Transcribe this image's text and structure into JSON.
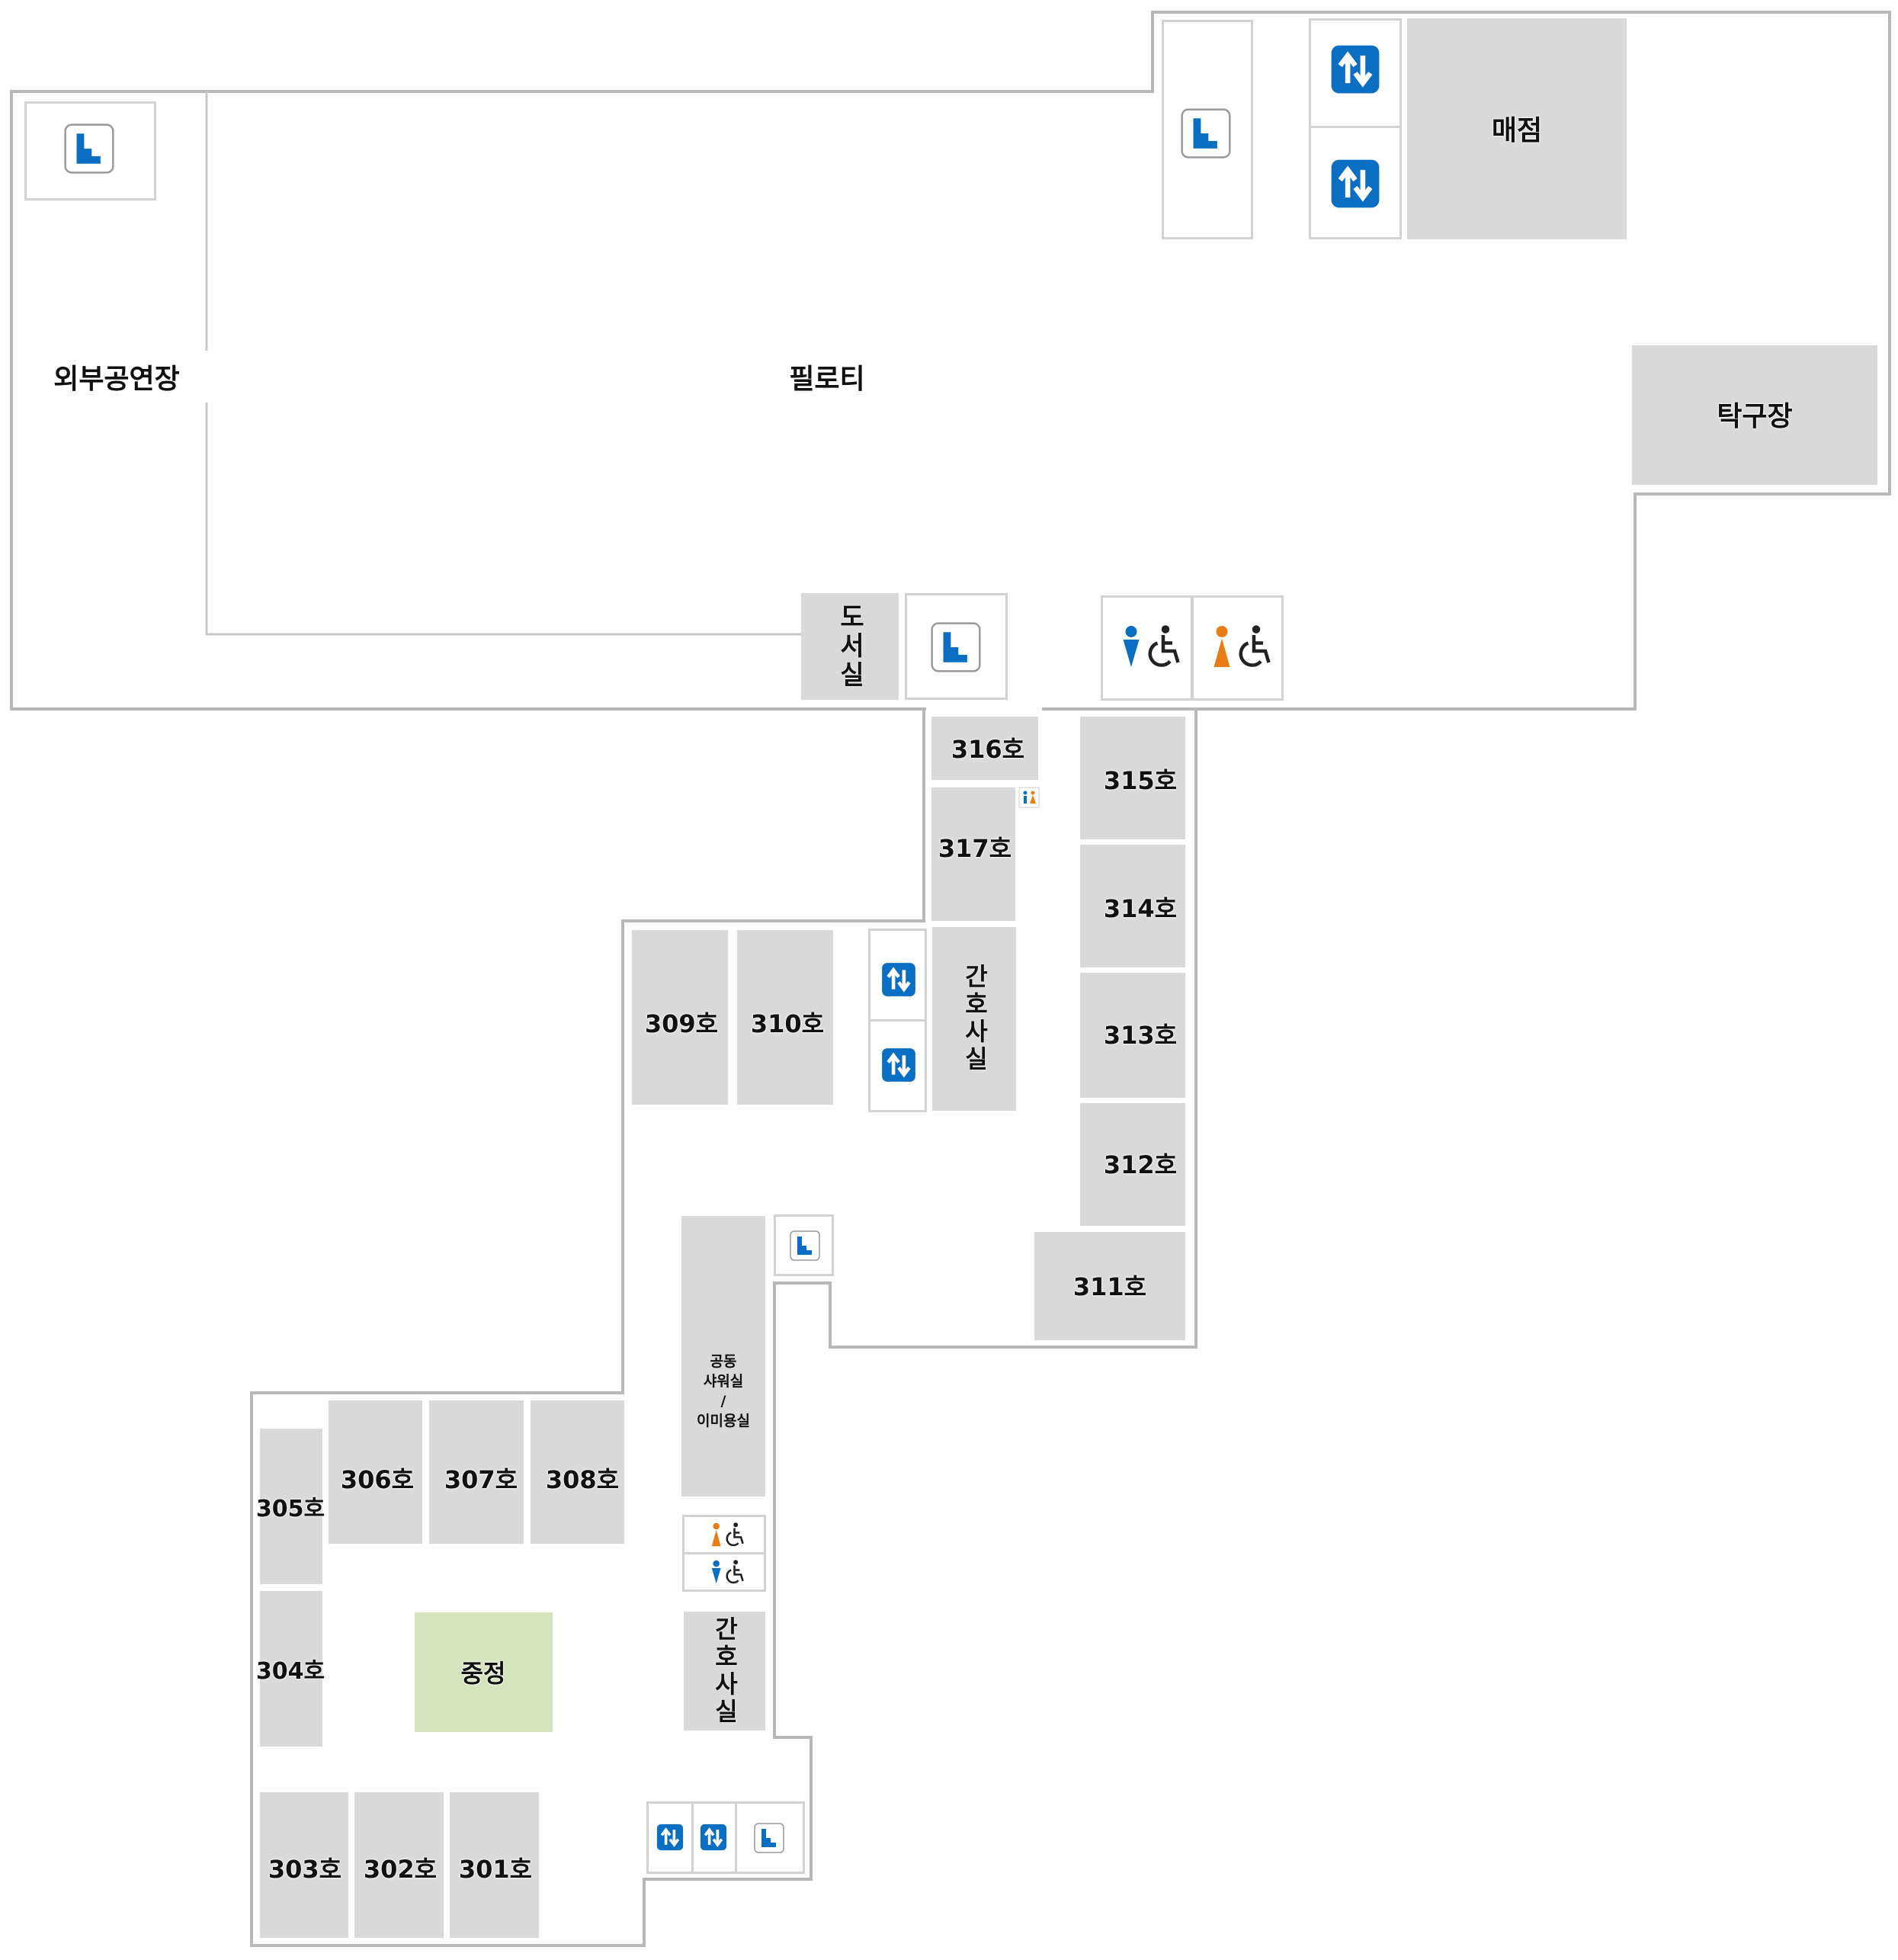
{
  "colors": {
    "wall": "#b8b8b8",
    "room": "#d9d9d9",
    "courtyard": "#d6e4bd",
    "icon_blue": "#0a6fc2",
    "female_orange": "#e87c17"
  },
  "areas": {
    "external_stage": "외부공연장",
    "piloti": "필로티",
    "store": "매점",
    "table_tennis": "탁구장",
    "library": "도서실",
    "courtyard": "중정",
    "nurse_station_upper": "간호사실",
    "nurse_station_lower": "간호사실",
    "shower_line1": "공동",
    "shower_line2": "샤워실",
    "shower_line3": "/",
    "shower_line4": "이미용실"
  },
  "rooms": {
    "r301": "301호",
    "r302": "302호",
    "r303": "303호",
    "r304": "304호",
    "r305": "305호",
    "r306": "306호",
    "r307": "307호",
    "r308": "308호",
    "r309": "309호",
    "r310": "310호",
    "r311": "311호",
    "r312": "312호",
    "r313": "313호",
    "r314": "314호",
    "r315": "315호",
    "r316": "316호",
    "r317": "317호"
  },
  "icons": {
    "stairs": "stairs-icon",
    "elevator": "elevator-icon",
    "male_accessible_restroom": "male-accessible-restroom-icon",
    "female_accessible_restroom": "female-accessible-restroom-icon",
    "restroom": "restroom-icon"
  }
}
